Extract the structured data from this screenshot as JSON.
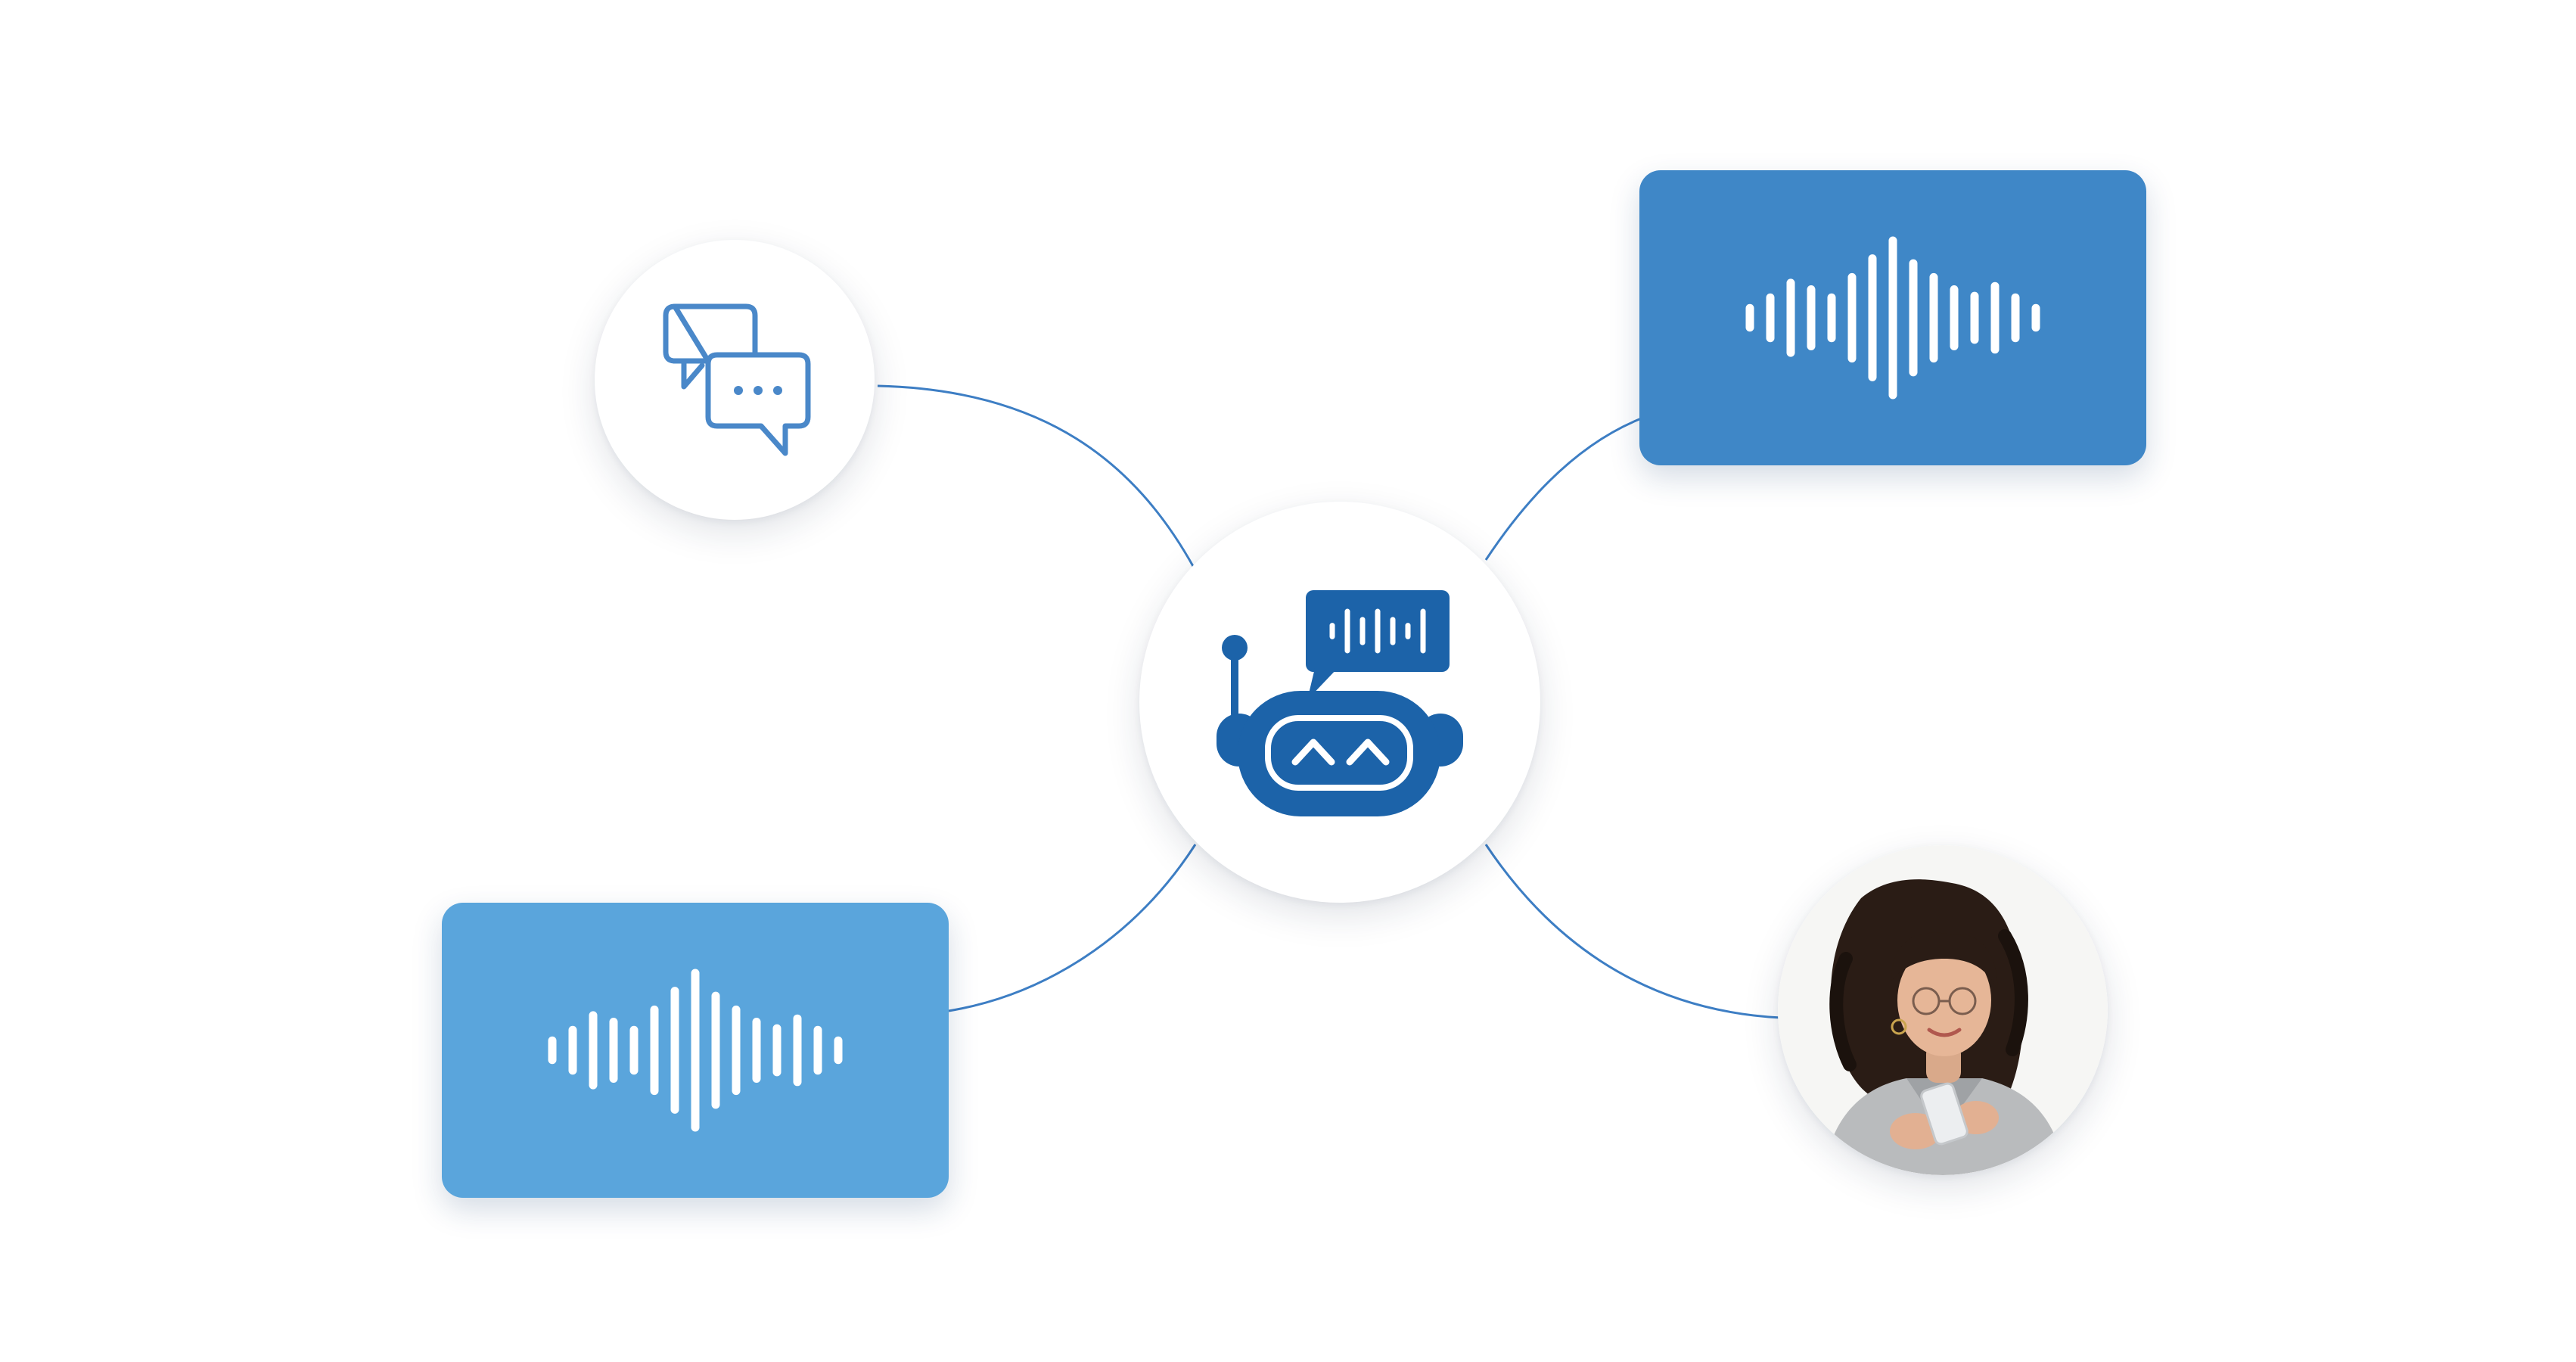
{
  "colors": {
    "background": "#ffffff",
    "connector": "#3d7ec4",
    "icon_blue": "#4a88c9",
    "bot_blue": "#1c63a9",
    "card_top": "#3f87c7",
    "card_bottom": "#5aa5dc",
    "wave_white": "#ffffff"
  },
  "nodes": {
    "chat": {
      "icon": "chat-bubbles-icon"
    },
    "bot": {
      "icon": "robot-voice-icon"
    },
    "user": {
      "icon": "person-with-phone-photo"
    },
    "wave_top": {
      "icon": "sound-wave-icon"
    },
    "wave_bottom": {
      "icon": "sound-wave-icon"
    }
  },
  "waveform": [
    0.17,
    0.3,
    0.48,
    0.4,
    0.3,
    0.55,
    0.78,
    1.0,
    0.72,
    0.55,
    0.4,
    0.32,
    0.44,
    0.3,
    0.17
  ],
  "bot_bubble_waveform": [
    0.35,
    0.95,
    0.6,
    0.95,
    0.6,
    0.35,
    0.95
  ]
}
